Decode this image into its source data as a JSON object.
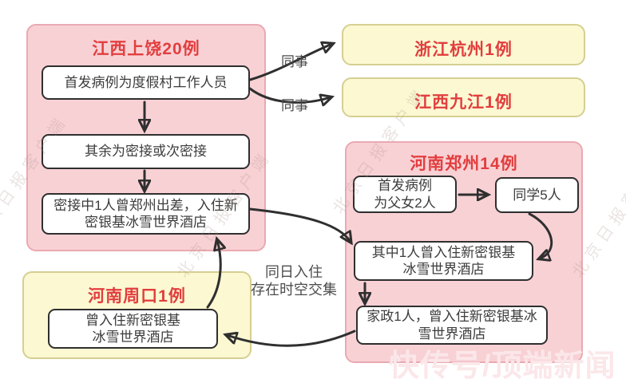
{
  "colors": {
    "group_pink": "#f8d1d5",
    "group_yellow": "#fbf8d2",
    "title_red": "#e23e3e",
    "ink": "#2f2f2f"
  },
  "groups": {
    "shangrao": {
      "title": "江西上饶20例"
    },
    "hangzhou": {
      "title": "浙江杭州1例"
    },
    "jiujiang": {
      "title": "江西九江1例"
    },
    "zhengzhou": {
      "title": "河南郑州14例"
    },
    "zhoukou": {
      "title": "河南周口1例"
    }
  },
  "nodes": {
    "shangrao_index": {
      "lines": [
        "首发病例为度假村工作人员"
      ]
    },
    "shangrao_contacts": {
      "lines": [
        "其余为密接或次密接"
      ]
    },
    "shangrao_traveler": {
      "lines": [
        "密接中1人曾郑州出差，入住新",
        "密银基冰雪世界酒店"
      ]
    },
    "zz_index": {
      "lines": [
        "首发病例",
        "为父女2人"
      ]
    },
    "zz_classmates": {
      "lines": [
        "同学5人"
      ]
    },
    "zz_hotel_guest": {
      "lines": [
        "其中1人曾入住新密银基",
        "冰雪世界酒店"
      ]
    },
    "zz_housekeeper": {
      "lines": [
        "家政1人，曾入住新密银基冰",
        "雪世界酒店"
      ]
    },
    "zk_hotel_guest": {
      "lines": [
        "曾入住新密银基",
        "冰雪世界酒店"
      ]
    }
  },
  "edge_labels": {
    "colleague": "同事"
  },
  "annotation": {
    "lines": [
      "同日入住",
      "存在时空交集"
    ]
  },
  "watermarks": {
    "press": "北京日报客户端",
    "brand": "快传号/顶端新闻"
  }
}
